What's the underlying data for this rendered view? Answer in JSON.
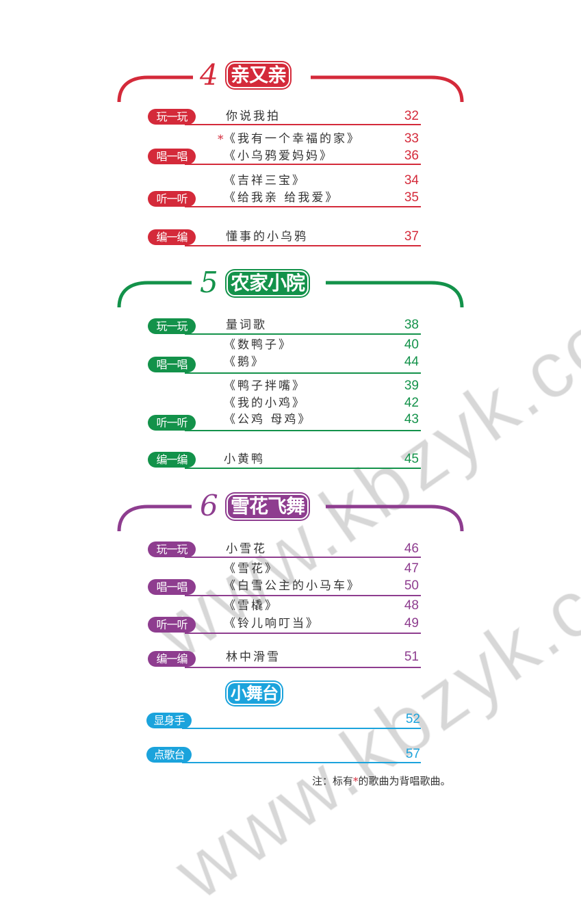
{
  "colors": {
    "unit4": "#d42a3a",
    "unit5": "#13924a",
    "unit6": "#8e3d8f",
    "stage": "#1ba3dc"
  },
  "units": [
    {
      "number": "4",
      "title": "亲又亲",
      "sections": [
        {
          "badge": "玩一玩",
          "items": [
            {
              "title": "你说我拍",
              "page": "32",
              "starred": false
            }
          ]
        },
        {
          "badge": "唱一唱",
          "items": [
            {
              "title": "《我有一个幸福的家》",
              "page": "33",
              "starred": true
            },
            {
              "title": "《小乌鸦爱妈妈》",
              "page": "36",
              "starred": false
            }
          ]
        },
        {
          "badge": "听一听",
          "items": [
            {
              "title": "《吉祥三宝》",
              "page": "34",
              "starred": false
            },
            {
              "title": "《给我亲 给我爱》",
              "page": "35",
              "starred": false
            }
          ]
        },
        {
          "badge": "编一编",
          "items": [
            {
              "title": "懂事的小乌鸦",
              "page": "37",
              "starred": false
            }
          ]
        }
      ]
    },
    {
      "number": "5",
      "title": "农家小院",
      "sections": [
        {
          "badge": "玩一玩",
          "items": [
            {
              "title": "量词歌",
              "page": "38",
              "starred": false
            }
          ]
        },
        {
          "badge": "唱一唱",
          "items": [
            {
              "title": "《数鸭子》",
              "page": "40",
              "starred": false
            },
            {
              "title": "《鹅》",
              "page": "44",
              "starred": false
            }
          ]
        },
        {
          "badge": "听一听",
          "items": [
            {
              "title": "《鸭子拌嘴》",
              "page": "39",
              "starred": false
            },
            {
              "title": "《我的小鸡》",
              "page": "42",
              "starred": false
            },
            {
              "title": "《公鸡 母鸡》",
              "page": "43",
              "starred": false
            }
          ]
        },
        {
          "badge": "编一编",
          "items": [
            {
              "title": "小黄鸭",
              "page": "45",
              "starred": false
            }
          ]
        }
      ]
    },
    {
      "number": "6",
      "title": "雪花飞舞",
      "sections": [
        {
          "badge": "玩一玩",
          "items": [
            {
              "title": "小雪花",
              "page": "46",
              "starred": false
            }
          ]
        },
        {
          "badge": "唱一唱",
          "items": [
            {
              "title": "《雪花》",
              "page": "47",
              "starred": false
            },
            {
              "title": "《白雪公主的小马车》",
              "page": "50",
              "starred": false
            }
          ]
        },
        {
          "badge": "听一听",
          "items": [
            {
              "title": "《雪橇》",
              "page": "48",
              "starred": false
            },
            {
              "title": "《铃儿响叮当》",
              "page": "49",
              "starred": false
            }
          ]
        },
        {
          "badge": "编一编",
          "items": [
            {
              "title": "林中滑雪",
              "page": "51",
              "starred": false
            }
          ]
        }
      ]
    }
  ],
  "stage": {
    "title": "小舞台",
    "sections": [
      {
        "badge": "显身手",
        "page": "52"
      },
      {
        "badge": "点歌台",
        "page": "57"
      }
    ]
  },
  "note": {
    "prefix": "注：标有",
    "star": "*",
    "suffix": "的歌曲为背唱歌曲。"
  },
  "watermark": "www.kbzyk.com"
}
